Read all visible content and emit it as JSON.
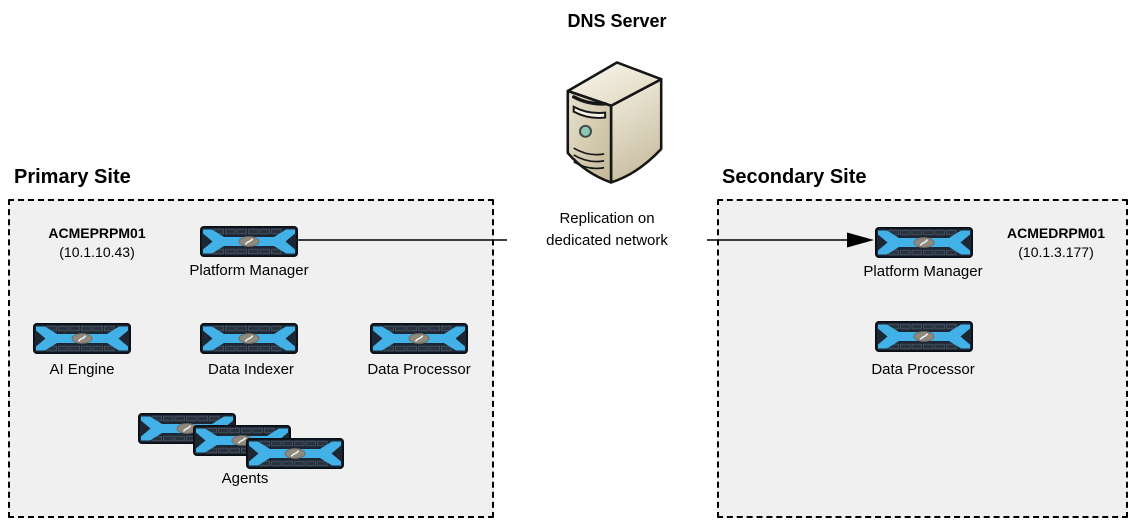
{
  "dns": {
    "label": "DNS Server"
  },
  "replication": {
    "line1": "Replication on",
    "line2": "dedicated network"
  },
  "primary": {
    "title": "Primary Site",
    "host_name": "ACMEPRPM01",
    "host_ip": "(10.1.10.43)",
    "platform_manager": "Platform Manager",
    "ai_engine": "AI Engine",
    "data_indexer": "Data Indexer",
    "data_processor": "Data Processor",
    "agents": "Agents"
  },
  "secondary": {
    "title": "Secondary Site",
    "host_name": "ACMEDRPM01",
    "host_ip": "(10.1.3.177)",
    "platform_manager": "Platform Manager",
    "data_processor": "Data Processor"
  },
  "colors": {
    "appliance_blue": "#42b1e8",
    "appliance_dark": "#1d2734",
    "site_box_fill": "#f0f0f0",
    "site_box_border": "#000000",
    "server_beige": "#ded6bf",
    "arrow": "#000000",
    "text": "#000000"
  },
  "icons": {
    "dns_server": "tower-server-icon",
    "appliance": "appliance-icon"
  }
}
